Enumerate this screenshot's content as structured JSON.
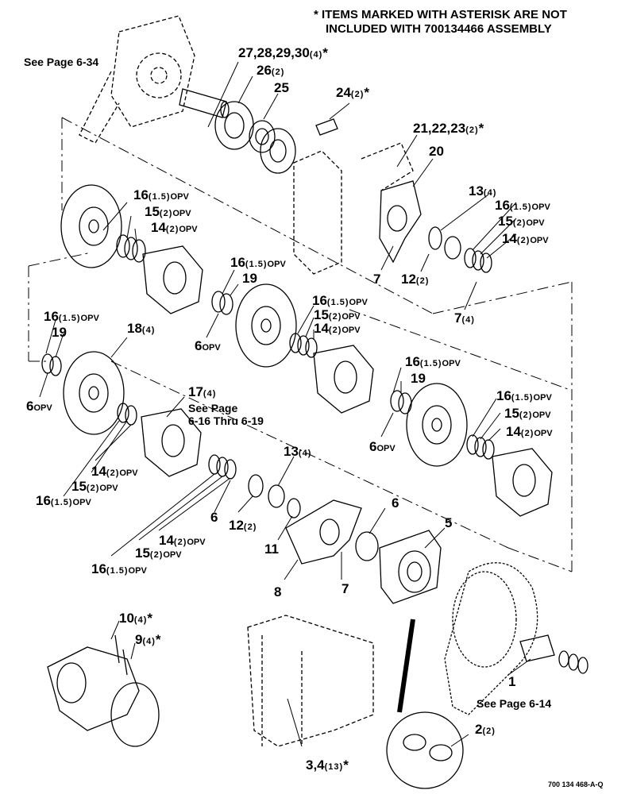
{
  "note": {
    "line1": "* ITEMS MARKED WITH ASTERISK ARE NOT",
    "line2": "INCLUDED WITH 700134466 ASSEMBLY"
  },
  "see_page_6_34": "See Page 6-34",
  "see_page_6_14": "See Page 6-14",
  "see_page_6_16_a": "See Page",
  "see_page_6_16_b": "6-16 Thru 6-19",
  "drawing_number": "700 134 468-A-Q",
  "callouts": {
    "c27_30": {
      "num": "27,28,29,30",
      "qty": "(4)",
      "suf": "*"
    },
    "c26": {
      "num": "26",
      "qty": "(2)",
      "suf": ""
    },
    "c25": {
      "num": "25",
      "qty": "",
      "suf": ""
    },
    "c24": {
      "num": "24",
      "qty": "(2)",
      "suf": "*"
    },
    "c21_23": {
      "num": "21,22,23",
      "qty": "(2)",
      "suf": "*"
    },
    "c20": {
      "num": "20",
      "qty": "",
      "suf": ""
    },
    "c13a": {
      "num": "13",
      "qty": "(4)",
      "suf": ""
    },
    "c16a": {
      "num": "16",
      "qty": "(1.5)",
      "suf": "OPV"
    },
    "c15a": {
      "num": "15",
      "qty": "(2)",
      "suf": "OPV"
    },
    "c14a": {
      "num": "14",
      "qty": "(2)",
      "suf": "OPV"
    },
    "c16b": {
      "num": "16",
      "qty": "(1.5)",
      "suf": "OPV"
    },
    "c15b": {
      "num": "15",
      "qty": "(2)",
      "suf": "OPV"
    },
    "c14b": {
      "num": "14",
      "qty": "(2)",
      "suf": "OPV"
    },
    "c7a": {
      "num": "7",
      "qty": "",
      "suf": ""
    },
    "c12a": {
      "num": "12",
      "qty": "(2)",
      "suf": ""
    },
    "c7b": {
      "num": "7",
      "qty": "(4)",
      "suf": ""
    },
    "c16c": {
      "num": "16",
      "qty": "(1.5)",
      "suf": "OPV"
    },
    "c19a": {
      "num": "19",
      "qty": "",
      "suf": ""
    },
    "c16d": {
      "num": "16",
      "qty": "(1.5)",
      "suf": "OPV"
    },
    "c15d": {
      "num": "15",
      "qty": "(2)",
      "suf": "OPV"
    },
    "c14d": {
      "num": "14",
      "qty": "(2)",
      "suf": "OPV"
    },
    "c6a": {
      "num": "6",
      "qty": "",
      "suf": "OPV"
    },
    "c16e": {
      "num": "16",
      "qty": "(1.5)",
      "suf": "OPV"
    },
    "c19b": {
      "num": "19",
      "qty": "",
      "suf": ""
    },
    "c18": {
      "num": "18",
      "qty": "(4)",
      "suf": ""
    },
    "c6b": {
      "num": "6",
      "qty": "",
      "suf": "OPV"
    },
    "c16f": {
      "num": "16",
      "qty": "(1.5)",
      "suf": "OPV"
    },
    "c19c": {
      "num": "19",
      "qty": "",
      "suf": ""
    },
    "c6c": {
      "num": "6",
      "qty": "",
      "suf": "OPV"
    },
    "c17": {
      "num": "17",
      "qty": "(4)",
      "suf": ""
    },
    "c16g": {
      "num": "16",
      "qty": "(1.5)",
      "suf": "OPV"
    },
    "c15g": {
      "num": "15",
      "qty": "(2)",
      "suf": "OPV"
    },
    "c14g": {
      "num": "14",
      "qty": "(2)",
      "suf": "OPV"
    },
    "c14h": {
      "num": "14",
      "qty": "(2)",
      "suf": "OPV"
    },
    "c15h": {
      "num": "15",
      "qty": "(2)",
      "suf": "OPV"
    },
    "c16h": {
      "num": "16",
      "qty": "(1.5)",
      "suf": "OPV"
    },
    "c13b": {
      "num": "13",
      "qty": "(4)",
      "suf": ""
    },
    "c6d": {
      "num": "6",
      "qty": "",
      "suf": ""
    },
    "c12b": {
      "num": "12",
      "qty": "(2)",
      "suf": ""
    },
    "c14i": {
      "num": "14",
      "qty": "(2)",
      "suf": "OPV"
    },
    "c15i": {
      "num": "15",
      "qty": "(2)",
      "suf": "OPV"
    },
    "c16i": {
      "num": "16",
      "qty": "(1.5)",
      "suf": "OPV"
    },
    "c11": {
      "num": "11",
      "qty": "",
      "suf": ""
    },
    "c6e": {
      "num": "6",
      "qty": "",
      "suf": ""
    },
    "c5": {
      "num": "5",
      "qty": "",
      "suf": ""
    },
    "c8": {
      "num": "8",
      "qty": "",
      "suf": ""
    },
    "c7c": {
      "num": "7",
      "qty": "",
      "suf": ""
    },
    "c10": {
      "num": "10",
      "qty": "(4)",
      "suf": "*"
    },
    "c9": {
      "num": "9",
      "qty": "(4)",
      "suf": "*"
    },
    "c1": {
      "num": "1",
      "qty": "",
      "suf": ""
    },
    "c2": {
      "num": "2",
      "qty": "(2)",
      "suf": ""
    },
    "c3_4": {
      "num": "3,4",
      "qty": "(13)",
      "suf": "*"
    }
  }
}
